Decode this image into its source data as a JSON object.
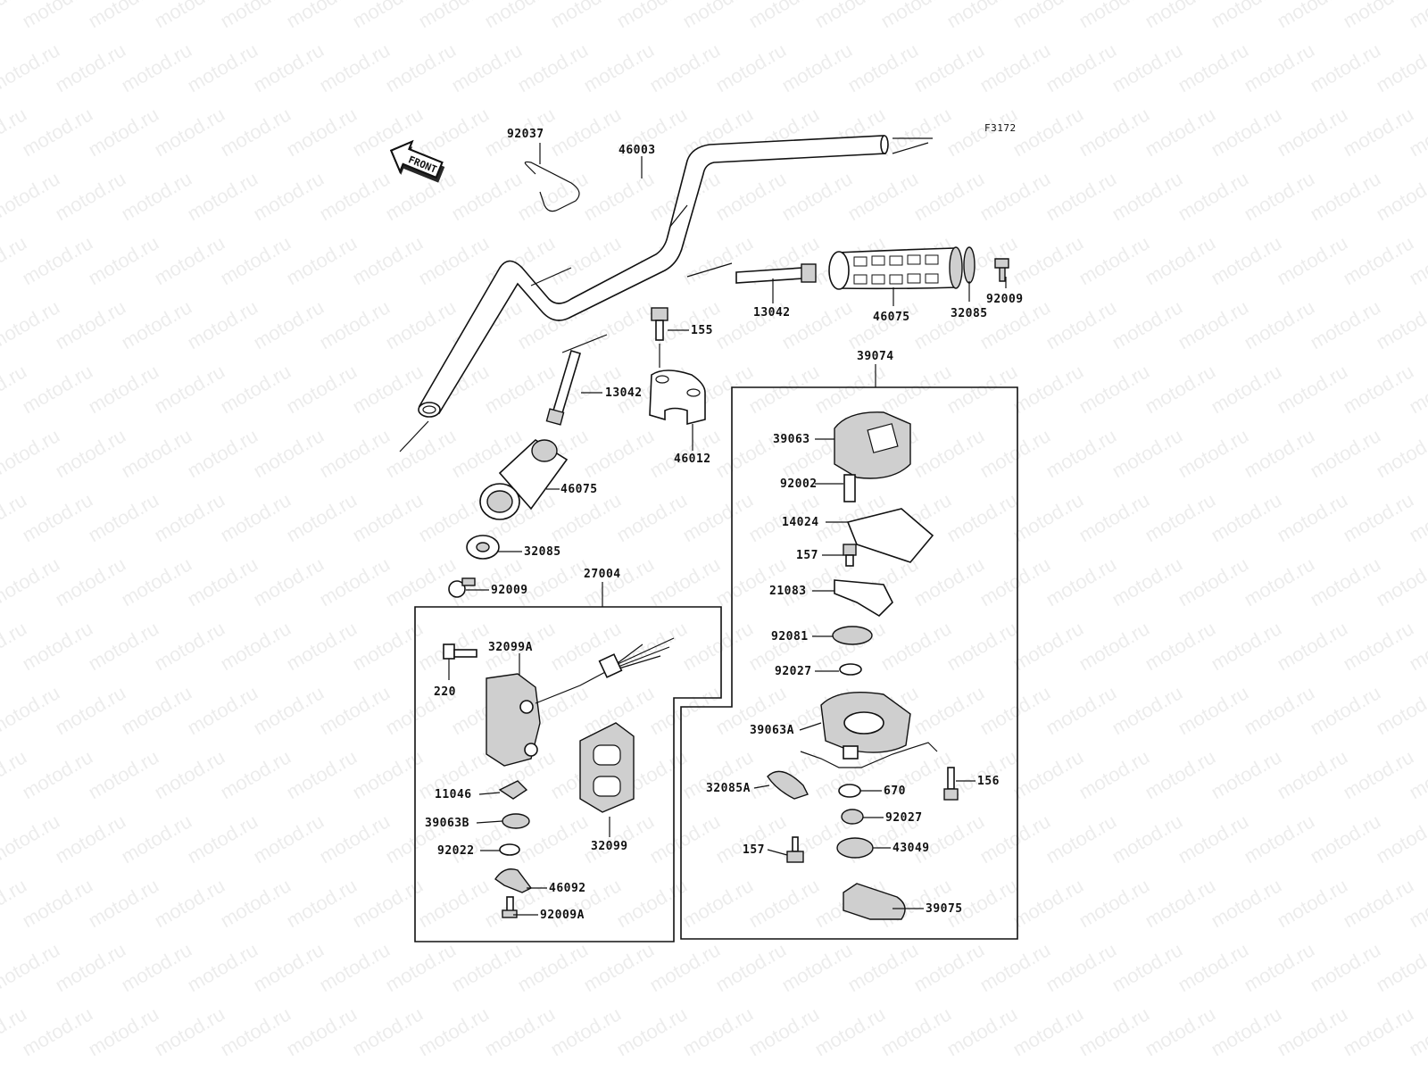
{
  "diagram": {
    "code": "F3172",
    "front_arrow_label": "FRONT",
    "watermark": "motod.ru",
    "parts": {
      "p92037": "92037",
      "p46003": "46003",
      "p13042_right": "13042",
      "p46075_right": "46075",
      "p32085_right": "32085",
      "p92009_right": "92009",
      "p155": "155",
      "p13042_left": "13042",
      "p46012": "46012",
      "p46075_left": "46075",
      "p32085_left": "32085",
      "p92009_left": "92009",
      "p39074": "39074",
      "p39063": "39063",
      "p92002": "92002",
      "p14024": "14024",
      "p157_top": "157",
      "p21083": "21083",
      "p92081": "92081",
      "p92027_top": "92027",
      "p39063A": "39063A",
      "p156": "156",
      "p32085A": "32085A",
      "p670": "670",
      "p92027_bottom": "92027",
      "p157_bottom": "157",
      "p43049": "43049",
      "p39075": "39075",
      "p27004": "27004",
      "p32099A": "32099A",
      "p220": "220",
      "p11046": "11046",
      "p39063B": "39063B",
      "p92022": "92022",
      "p46092": "46092",
      "p92009A": "92009A",
      "p32099": "32099"
    }
  }
}
